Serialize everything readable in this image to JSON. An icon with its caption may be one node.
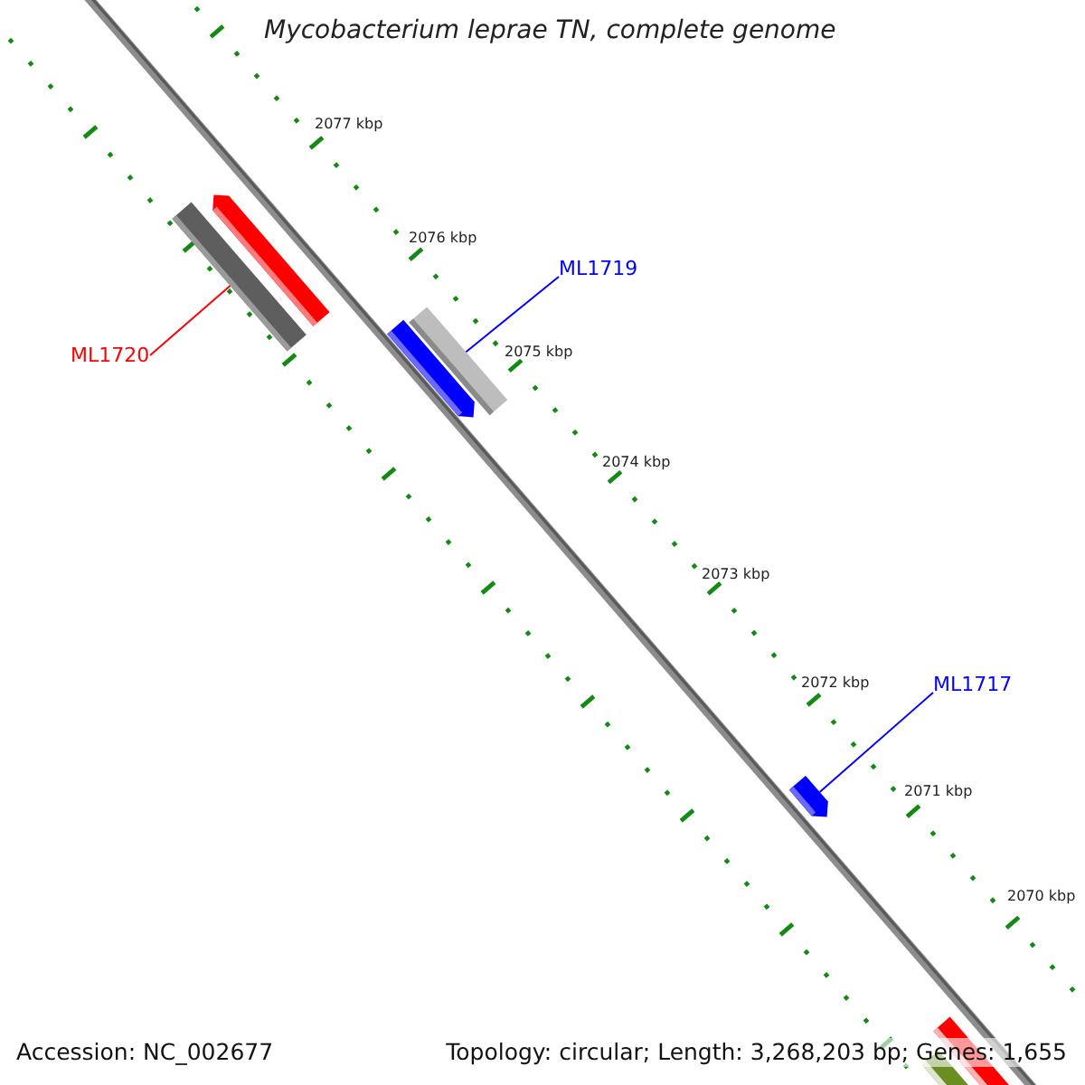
{
  "diagram": {
    "title": "Mycobacterium leprae TN, complete genome",
    "nodes": [
      {
        "text": [
          "ML1720"
        ]
      },
      {
        "text": [],
        "shape": "arrow"
      },
      {
        "text": [],
        "shape": "bar"
      },
      {
        "text": [
          "ML1719"
        ]
      },
      {
        "text": [],
        "shape": "bar"
      },
      {
        "text": [],
        "shape": "arrow"
      },
      {
        "text": [
          "ML1717"
        ]
      },
      {
        "text": [],
        "shape": "arrow"
      },
      {
        "text": [],
        "shape": "bar"
      },
      {
        "text": [],
        "shape": "bar"
      }
    ],
    "edges": [
      {
        "from": 0,
        "to": 2,
        "arrow": "none",
        "color": "#ff0000"
      },
      {
        "from": 3,
        "to": 4,
        "arrow": "none",
        "color": "#0000ff"
      },
      {
        "from": 6,
        "to": 7,
        "arrow": "none",
        "color": "#0000ff"
      }
    ],
    "labels": [
      "2077 kbp",
      "2076 kbp",
      "2075 kbp",
      "2074 kbp",
      "2073 kbp",
      "2072 kbp",
      "2071 kbp",
      "2070 kbp",
      "Accession: NC_002677",
      "Topology: circular; Length: 3,268,203 bp; Genes: 1,655"
    ]
  }
}
